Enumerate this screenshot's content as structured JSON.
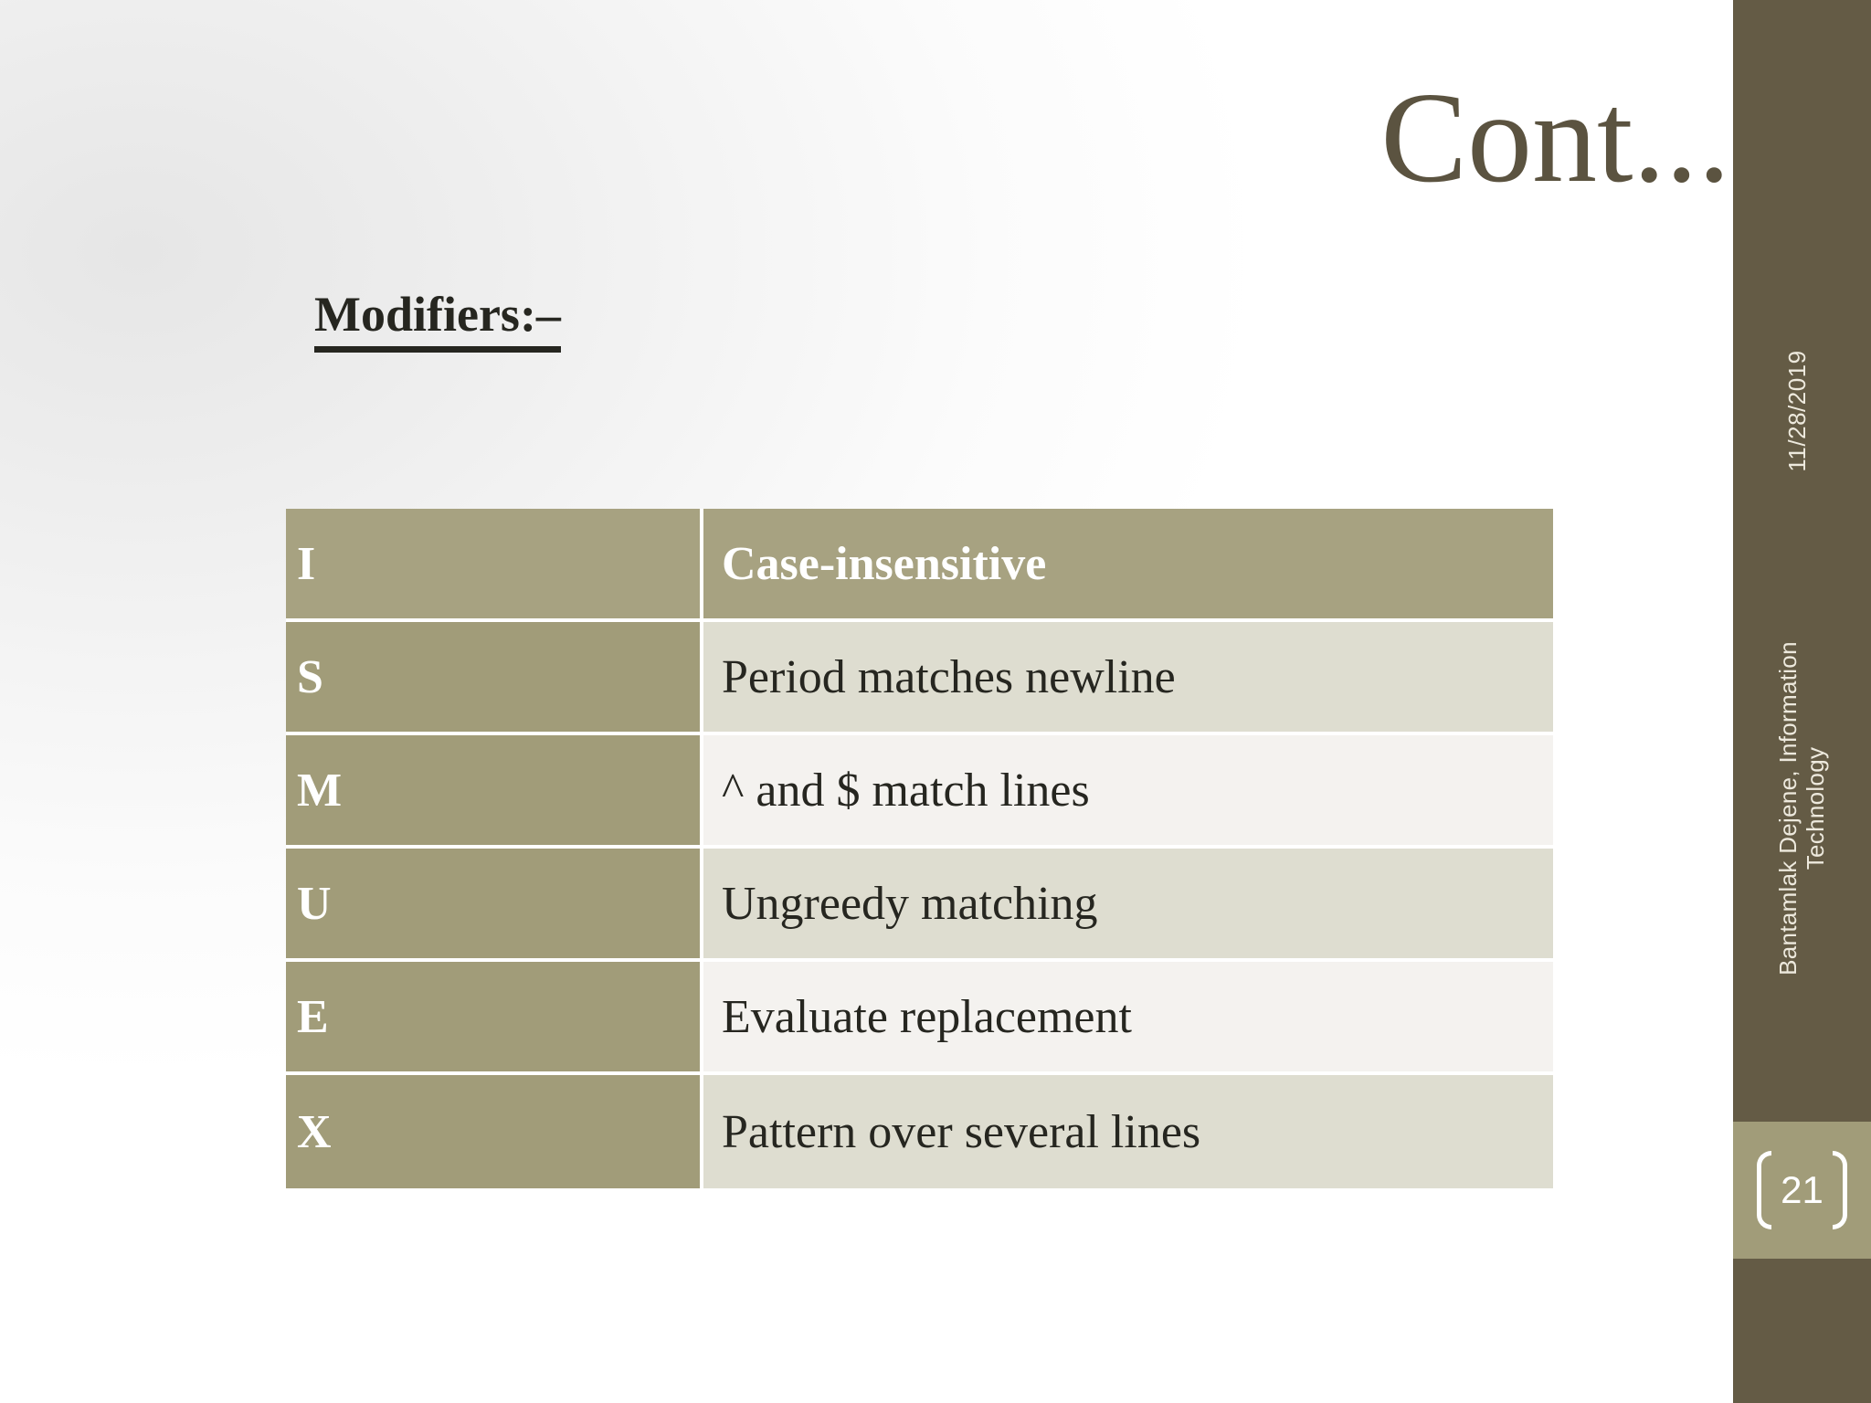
{
  "slide": {
    "title": "Cont...",
    "section_heading": "Modifiers:–",
    "page_number": "21"
  },
  "sidebar": {
    "date": "11/28/2019",
    "author_line1": "Bantamlak Dejene, Information",
    "author_line2": "Technology"
  },
  "table": {
    "header": {
      "key": "I",
      "value": "Case-insensitive"
    },
    "rows": [
      {
        "key": "S",
        "value": "Period matches newline"
      },
      {
        "key": "M",
        "value": "^ and $ match lines"
      },
      {
        "key": "U",
        "value": "Ungreedy matching"
      },
      {
        "key": "E",
        "value": "Evaluate replacement"
      },
      {
        "key": "X",
        "value": "Pattern over several lines"
      }
    ]
  },
  "colors": {
    "sidebar": "#645B45",
    "badge": "#A19C79",
    "table_key": "#A19C79",
    "table_header": "#A7A281",
    "table_row_a": "#DEDDD0",
    "table_row_b": "#F4F2EF",
    "title_text": "#5B5340",
    "body_text": "#262620"
  }
}
